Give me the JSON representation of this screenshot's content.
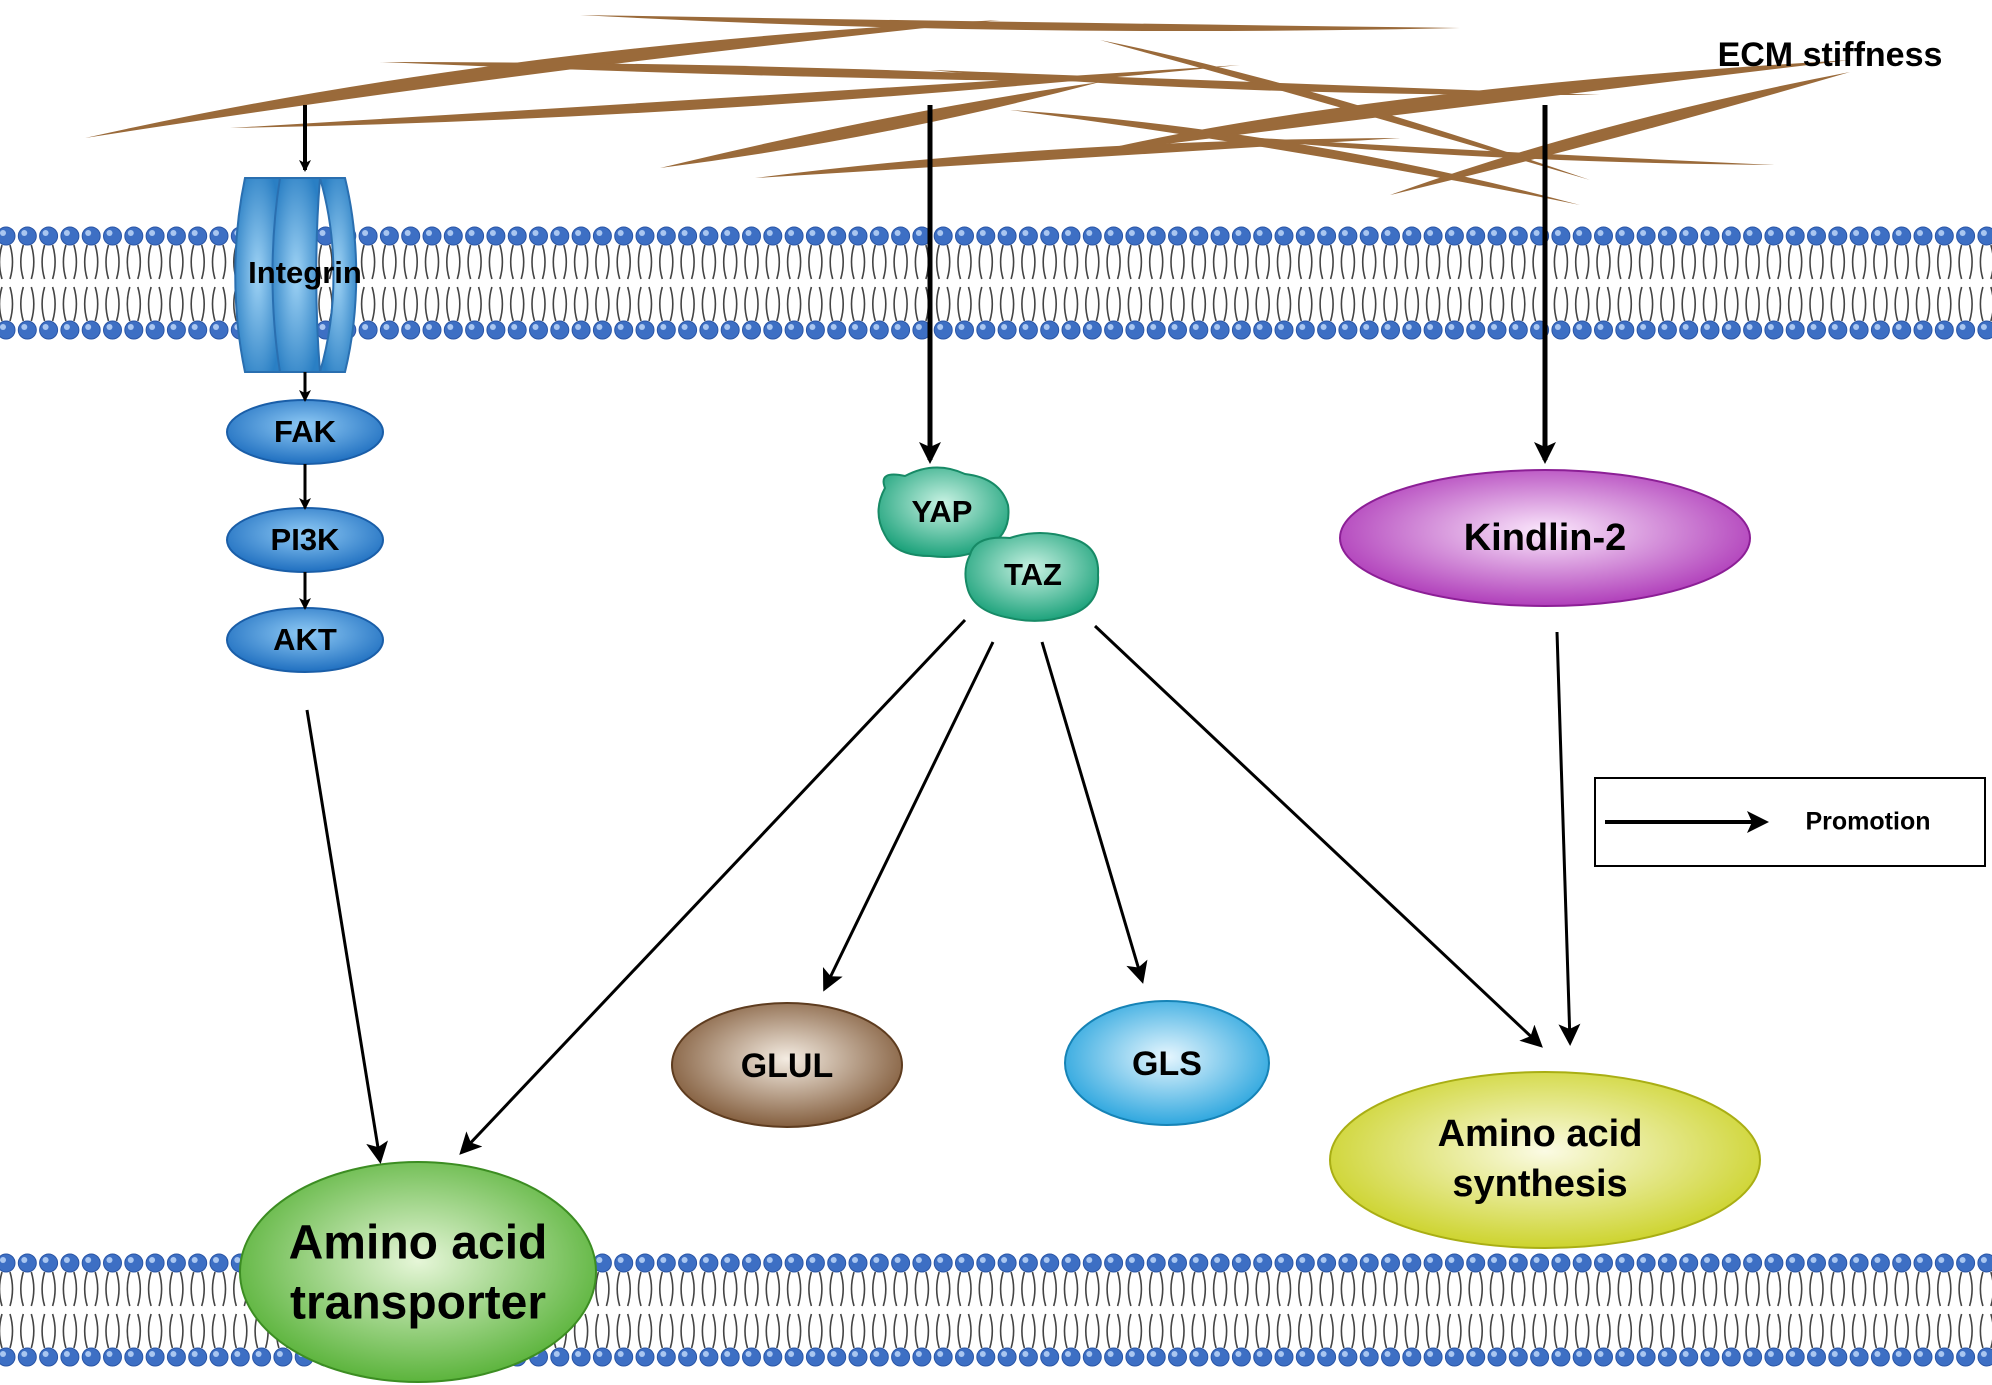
{
  "header": {
    "ecm_label": "ECM stiffness"
  },
  "pathway_left": {
    "receptor": "Integrin",
    "nodes": [
      "FAK",
      "PI3K",
      "AKT"
    ]
  },
  "pathway_middle": {
    "complex": [
      "YAP",
      "TAZ"
    ],
    "targets": [
      "GLUL",
      "GLS"
    ]
  },
  "pathway_right": {
    "node": "Kindlin-2"
  },
  "outputs": {
    "transporter_line1": "Amino acid",
    "transporter_line2": "transporter",
    "synthesis_line1": "Amino acid",
    "synthesis_line2": "synthesis"
  },
  "legend": {
    "promotion_label": "Promotion"
  },
  "colors": {
    "membrane_head": "#3d6fc4",
    "membrane_tail": "#444444",
    "ecm_fiber": "#9a6a3a",
    "integrin": "#3a8ed0",
    "kinase": "#2e7fd0",
    "yap_taz": "#22b08a",
    "glul": "#7a5230",
    "gls": "#29a6e0",
    "kindlin": "#b03ab8",
    "synthesis": "#cfd62a",
    "transporter": "#5cb83a"
  }
}
